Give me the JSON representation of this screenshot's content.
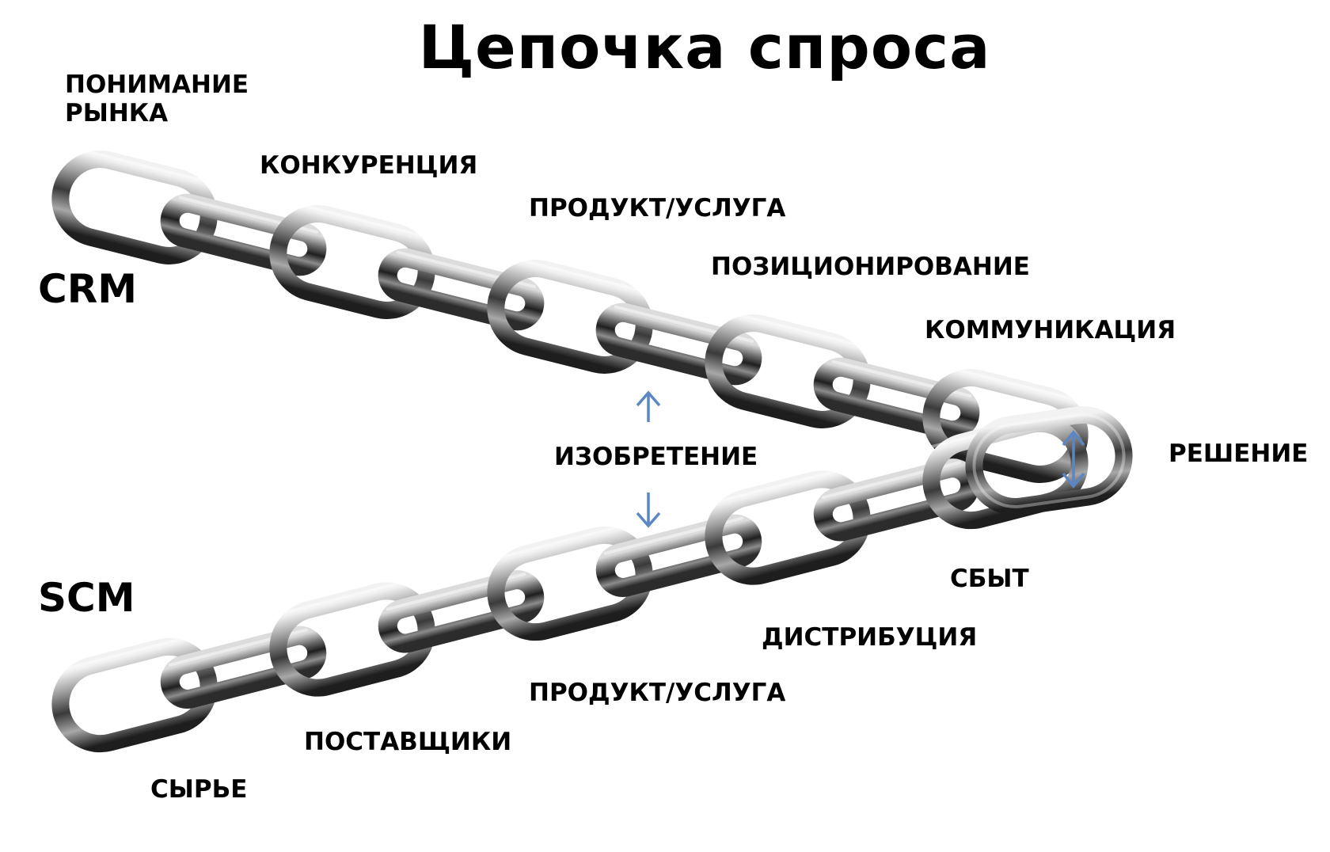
{
  "title": "Цепочка спроса",
  "crm_label": "CRM",
  "scm_label": "SCM",
  "upper_chain": {
    "market": "ПОНИМАНИЕ\nРЫНКА",
    "competition": "КОНКУРЕНЦИЯ",
    "product": "ПРОДУКТ/УСЛУГА",
    "positioning": "ПОЗИЦИОНИРОВАНИЕ",
    "communication": "КОММУНИКАЦИЯ"
  },
  "middle": {
    "invention": "ИЗОБРЕТЕНИЕ",
    "decision": "РЕШЕНИЕ"
  },
  "lower_chain": {
    "sales": "СБЫТ",
    "distribution": "ДИСТРИБУЦИЯ",
    "product": "ПРОДУКТ/УСЛУГА",
    "suppliers": "ПОСТАВЩИКИ",
    "raw": "СЫРЬЕ"
  },
  "colors": {
    "arrow": "#5b86c4",
    "chain_dark": "#2a2a2a",
    "chain_light": "#d9d9d9"
  },
  "icons": {
    "arrow_up": "arrow-up-icon",
    "arrow_down": "arrow-down-icon",
    "arrow_double": "double-arrow-icon"
  }
}
